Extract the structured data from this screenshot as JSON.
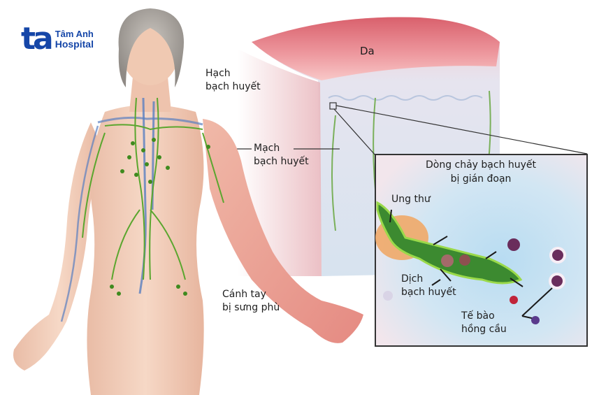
{
  "logo": {
    "mark": "ta",
    "line1": "Tâm Anh",
    "line2": "Hospital",
    "color": "#1546a8"
  },
  "labels": {
    "skin": "Da",
    "lymph_node": [
      "Hạch",
      "bạch huyết"
    ],
    "lymph_vessel": [
      "Mạch",
      "bạch huyết"
    ],
    "swollen_arm": [
      "Cánh tay",
      "bị sưng phù"
    ],
    "inset_title": [
      "Dòng chảy bạch huyết",
      "bị gián đoạn"
    ],
    "cancer": "Ung thư",
    "lymph_fluid": [
      "Dịch",
      "bạch huyết"
    ],
    "red_blood_cells": [
      "Tế bào",
      "hồng cầu"
    ]
  },
  "colors": {
    "skin_top": "#e0707a",
    "skin_body": "#f3d2c4",
    "lymph_green": "#5aa62e",
    "vein_blue": "#5a7fc0",
    "tissue_blue": "#cfe2f0",
    "cancer_orange": "#f0a868"
  }
}
